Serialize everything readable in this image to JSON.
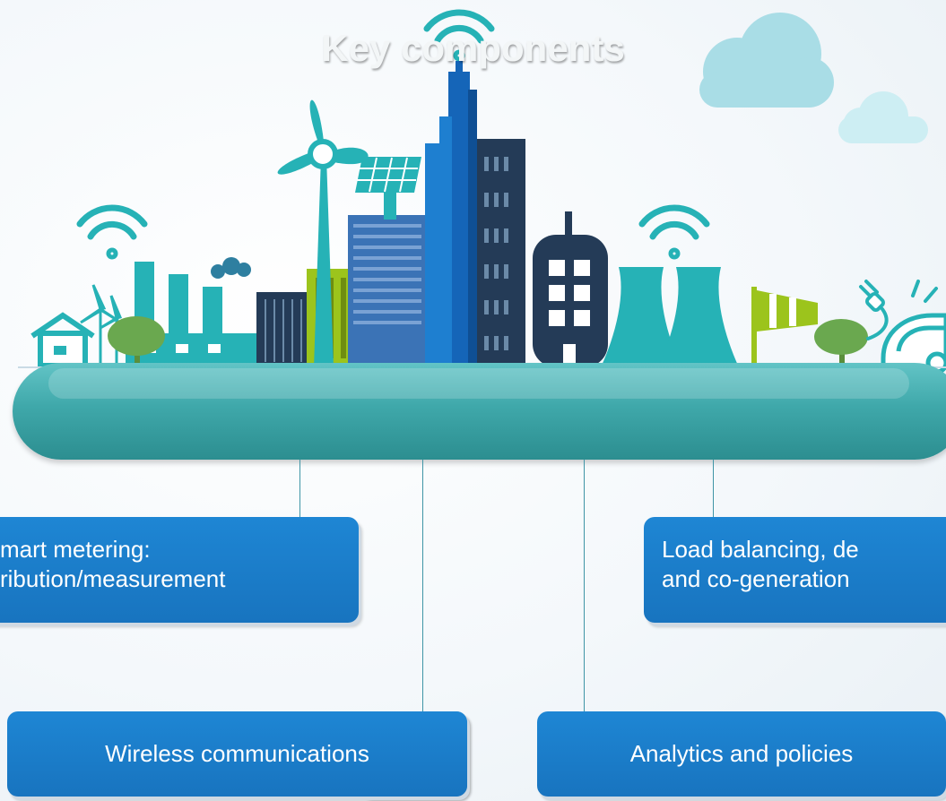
{
  "title": "Key components",
  "components": {
    "smart_metering": {
      "line1": "mart metering:",
      "line2": "ribution/measurement"
    },
    "load_balancing": {
      "line1": "Load balancing, de",
      "line2": "and co-generation"
    },
    "wireless": "Wireless communications",
    "analytics": "Analytics and policies"
  },
  "colors": {
    "banner": "#3fa8aa",
    "box": "#1a7cc8",
    "teal": "#26b2b6",
    "navy": "#243b57",
    "blue": "#1565b8",
    "lime": "#9cc41c",
    "tree": "#6aa84f",
    "cloud": "#a9dde6"
  },
  "icons": [
    "wifi-icon",
    "house-icon",
    "wind-turbine-icon",
    "solar-panel-icon",
    "factory-icon",
    "cooling-tower-icon",
    "windsock-icon",
    "tree-icon",
    "electric-car-icon",
    "plug-icon",
    "cloud-icon"
  ]
}
